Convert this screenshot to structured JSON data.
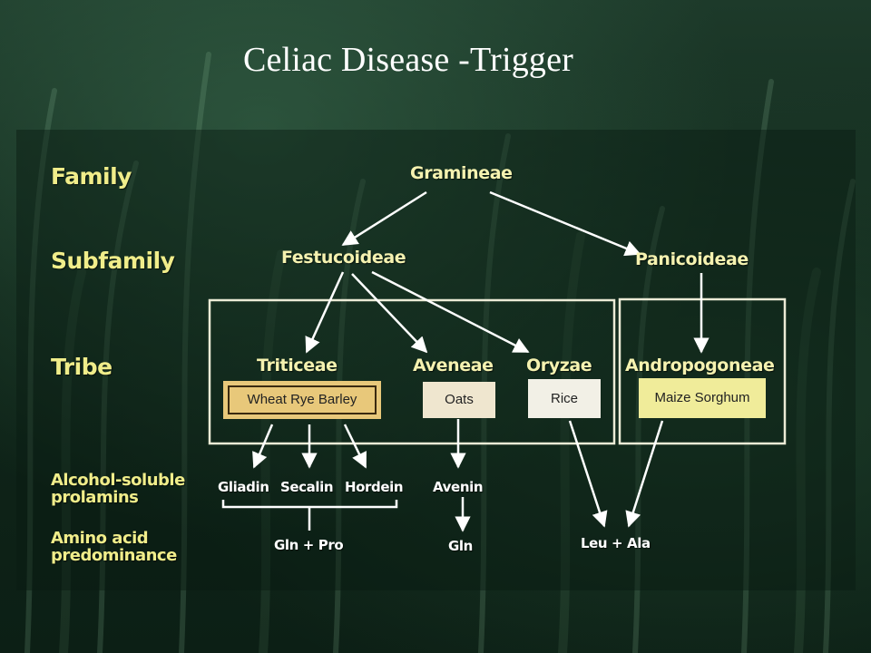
{
  "title": "Celiac Disease -Trigger",
  "row_labels": {
    "family": "Family",
    "subfamily": "Subfamily",
    "tribe": "Tribe",
    "prolamins_line1": "Alcohol-soluble",
    "prolamins_line2": "prolamins",
    "amino_line1": "Amino acid",
    "amino_line2": "predominance"
  },
  "nodes": {
    "family": "Gramineae",
    "subfamily_1": "Festucoideae",
    "subfamily_2": "Panicoideae",
    "tribe_1": "Triticeae",
    "tribe_2": "Aveneae",
    "tribe_3": "Oryzae",
    "tribe_4": "Andropogoneae"
  },
  "crops": {
    "triticeae": "Wheat Rye Barley",
    "aveneae": "Oats",
    "oryzae": "Rice",
    "andropogoneae": "Maize Sorghum"
  },
  "prolamins": {
    "gliadin": "Gliadin",
    "secalin": "Secalin",
    "hordein": "Hordein",
    "avenin": "Avenin"
  },
  "amino_acids": {
    "triticeae": "Gln + Pro",
    "aveneae": "Gln",
    "rice_maize": "Leu + Ala"
  },
  "colors": {
    "label_yellow": "#f0ed8a",
    "crop_triticeae": "#e8c87a",
    "crop_aveneae": "#efe6cf",
    "crop_oryzae": "#f2f0e6",
    "crop_andropogoneae": "#f0ec9a",
    "arrow": "#ffffff"
  }
}
